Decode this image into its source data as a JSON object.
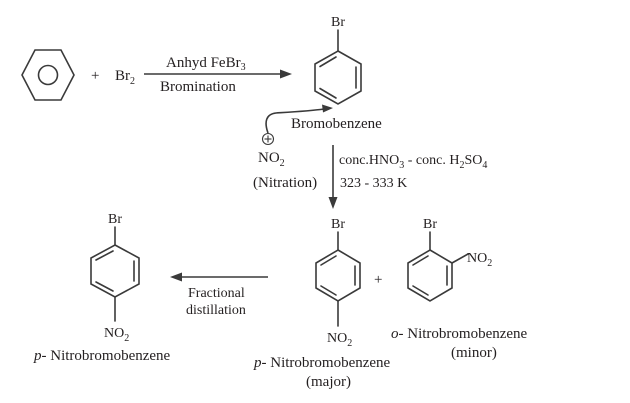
{
  "reaction": {
    "reactant_1": "benzene",
    "plus_1": "+",
    "reactant_2": {
      "symbol": "Br",
      "subscript": "2"
    },
    "step1": {
      "reagent": {
        "text": "Anhyd FeBr",
        "subscript": "3"
      },
      "name": "Bromination"
    },
    "intermediate": {
      "substituent_top": "Br",
      "name": "Bromobenzene"
    },
    "electrophile": {
      "charge_symbol": "+",
      "text": "NO",
      "subscript": "2",
      "process": "(Nitration)"
    },
    "step2": {
      "reagent_line1": {
        "part1": "conc.HNO",
        "sub1": "3",
        "part2": " - conc. H",
        "sub2": "2",
        "part3": "SO",
        "sub3": "4"
      },
      "condition": "323 - 333 K"
    },
    "plus_2": "+",
    "product_major": {
      "top": "Br",
      "bottom": {
        "text": "NO",
        "subscript": "2"
      },
      "name_prefix": "p-",
      "name": " Nitrobromobenzene",
      "note": "(major)"
    },
    "product_minor": {
      "top": "Br",
      "side": {
        "text": "NO",
        "subscript": "2"
      },
      "name_prefix": "o-",
      "name": " Nitrobromobenzene",
      "note": "(minor)"
    },
    "separation": {
      "line1": "Fractional",
      "line2": "distillation"
    },
    "final_product": {
      "top": "Br",
      "bottom": {
        "text": "NO",
        "subscript": "2"
      },
      "name_prefix": "p-",
      "name": " Nitrobromobenzene"
    }
  },
  "colors": {
    "ink": "#231f20",
    "bond": "#3a3a3a",
    "background": "#ffffff"
  }
}
